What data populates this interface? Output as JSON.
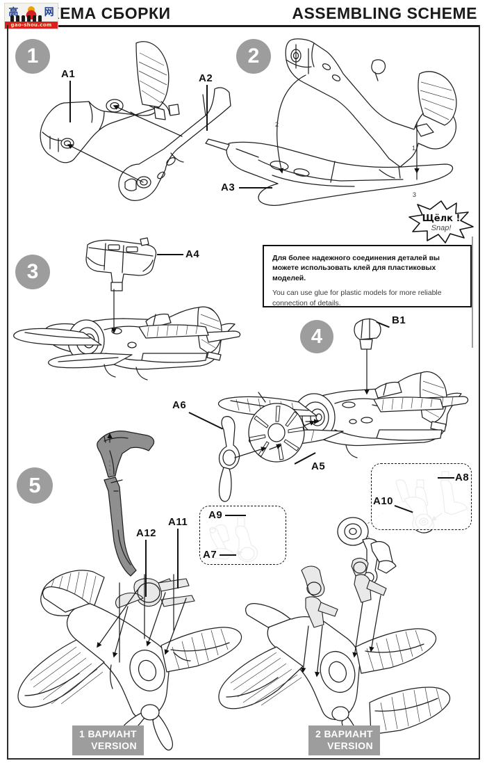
{
  "header": {
    "title_ru": "СХЕМА СБОРКИ",
    "title_en": "ASSEMBLING SCHEME"
  },
  "watermark": {
    "cjk_left": "高",
    "cjk_right": "网",
    "url": "gao-shou.com"
  },
  "steps": [
    {
      "number": "1"
    },
    {
      "number": "2"
    },
    {
      "number": "3"
    },
    {
      "number": "4"
    },
    {
      "number": "5"
    }
  ],
  "part_labels": {
    "a1": "A1",
    "a2": "A2",
    "a3": "A3",
    "a4": "A4",
    "a5": "A5",
    "a6": "A6",
    "a7": "A7",
    "a8": "A8",
    "a9": "A9",
    "a10": "A10",
    "a11": "A11",
    "a12": "A12",
    "b1": "B1"
  },
  "sequence_marks": {
    "s1": "1",
    "s2": "2",
    "s3": "3"
  },
  "note": {
    "ru": "Для более надежного соединения деталей вы можете использовать клей для пластиковых моделей.",
    "en": "You can use glue for plastic models for more reliable connection of details."
  },
  "snap": {
    "ru": "Щёлк !",
    "en": "Snap!"
  },
  "versions": [
    {
      "number": "1",
      "word_ru": "ВАРИАНТ",
      "word_en": "VERSION"
    },
    {
      "number": "2",
      "word_ru": "ВАРИАНТ",
      "word_en": "VERSION"
    }
  ],
  "colors": {
    "badge_gray": "#9d9d9d",
    "ink": "#1e1e1e",
    "part_gray": "#8f8f8f",
    "watermark_red": "#d91f1f"
  }
}
